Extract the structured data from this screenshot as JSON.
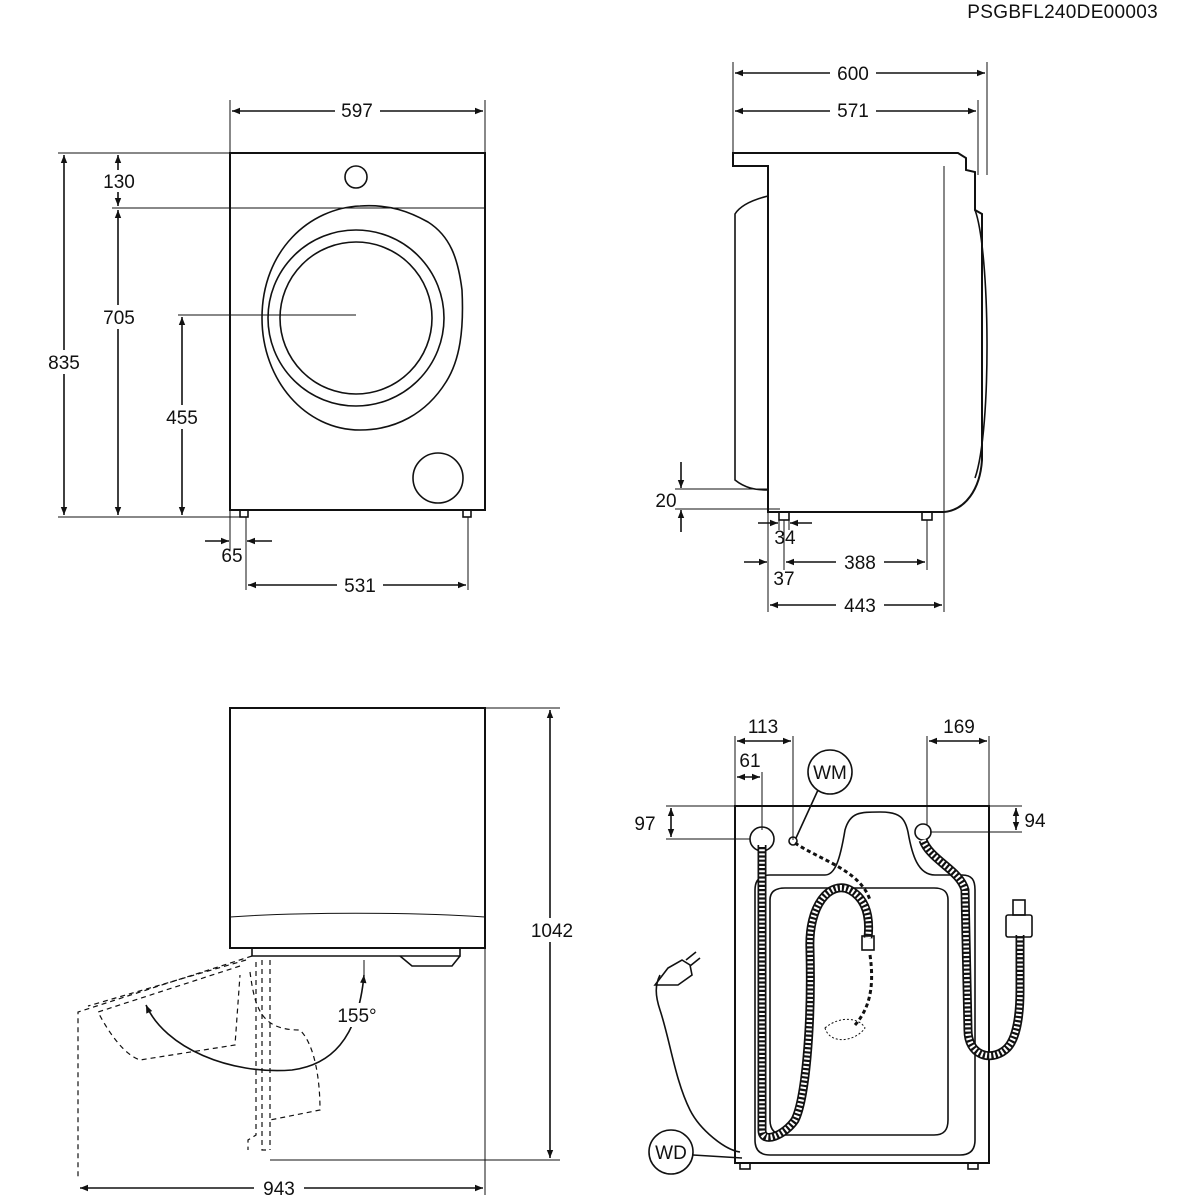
{
  "document_code": "PSGBFL240DE00003",
  "front_view": {
    "width": "597",
    "height_total": "835",
    "top_panel": "130",
    "door_top": "705",
    "door_center": "455",
    "foot_offset": "65",
    "foot_span": "531"
  },
  "side_view": {
    "depth_total": "600",
    "depth_body": "571",
    "foot_height": "20",
    "foot_width": "34",
    "foot_offset": "37",
    "foot_span": "388",
    "base_depth": "443"
  },
  "door_view": {
    "height_with_door": "1042",
    "door_swing_width": "943",
    "door_angle": "155°"
  },
  "rear_view": {
    "drain_x": "113",
    "inlet_x": "61",
    "right_x": "169",
    "drain_y": "97",
    "right_y": "94",
    "wm_label": "WM",
    "wd_label": "WD"
  }
}
